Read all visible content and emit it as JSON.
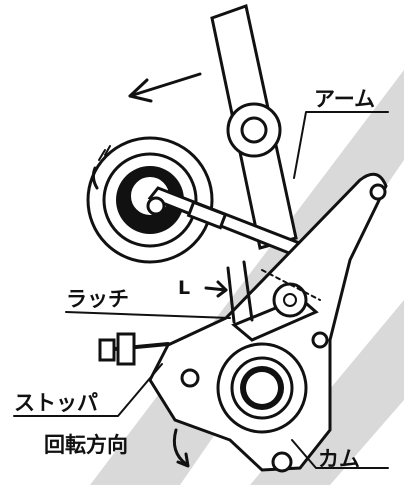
{
  "labels": {
    "arm": "アーム",
    "latch": "ラッチ",
    "gap": "L",
    "stopper": "ストッパ",
    "cam": "カム",
    "rotation_direction": "回転方向"
  },
  "colors": {
    "ink": "#111111",
    "watermark": "#d9d9d9",
    "paper": "#ffffff"
  },
  "icons": {
    "motion_arrow": "arrow-left-icon",
    "rotation_arrow": "curved-arrow-icon"
  }
}
